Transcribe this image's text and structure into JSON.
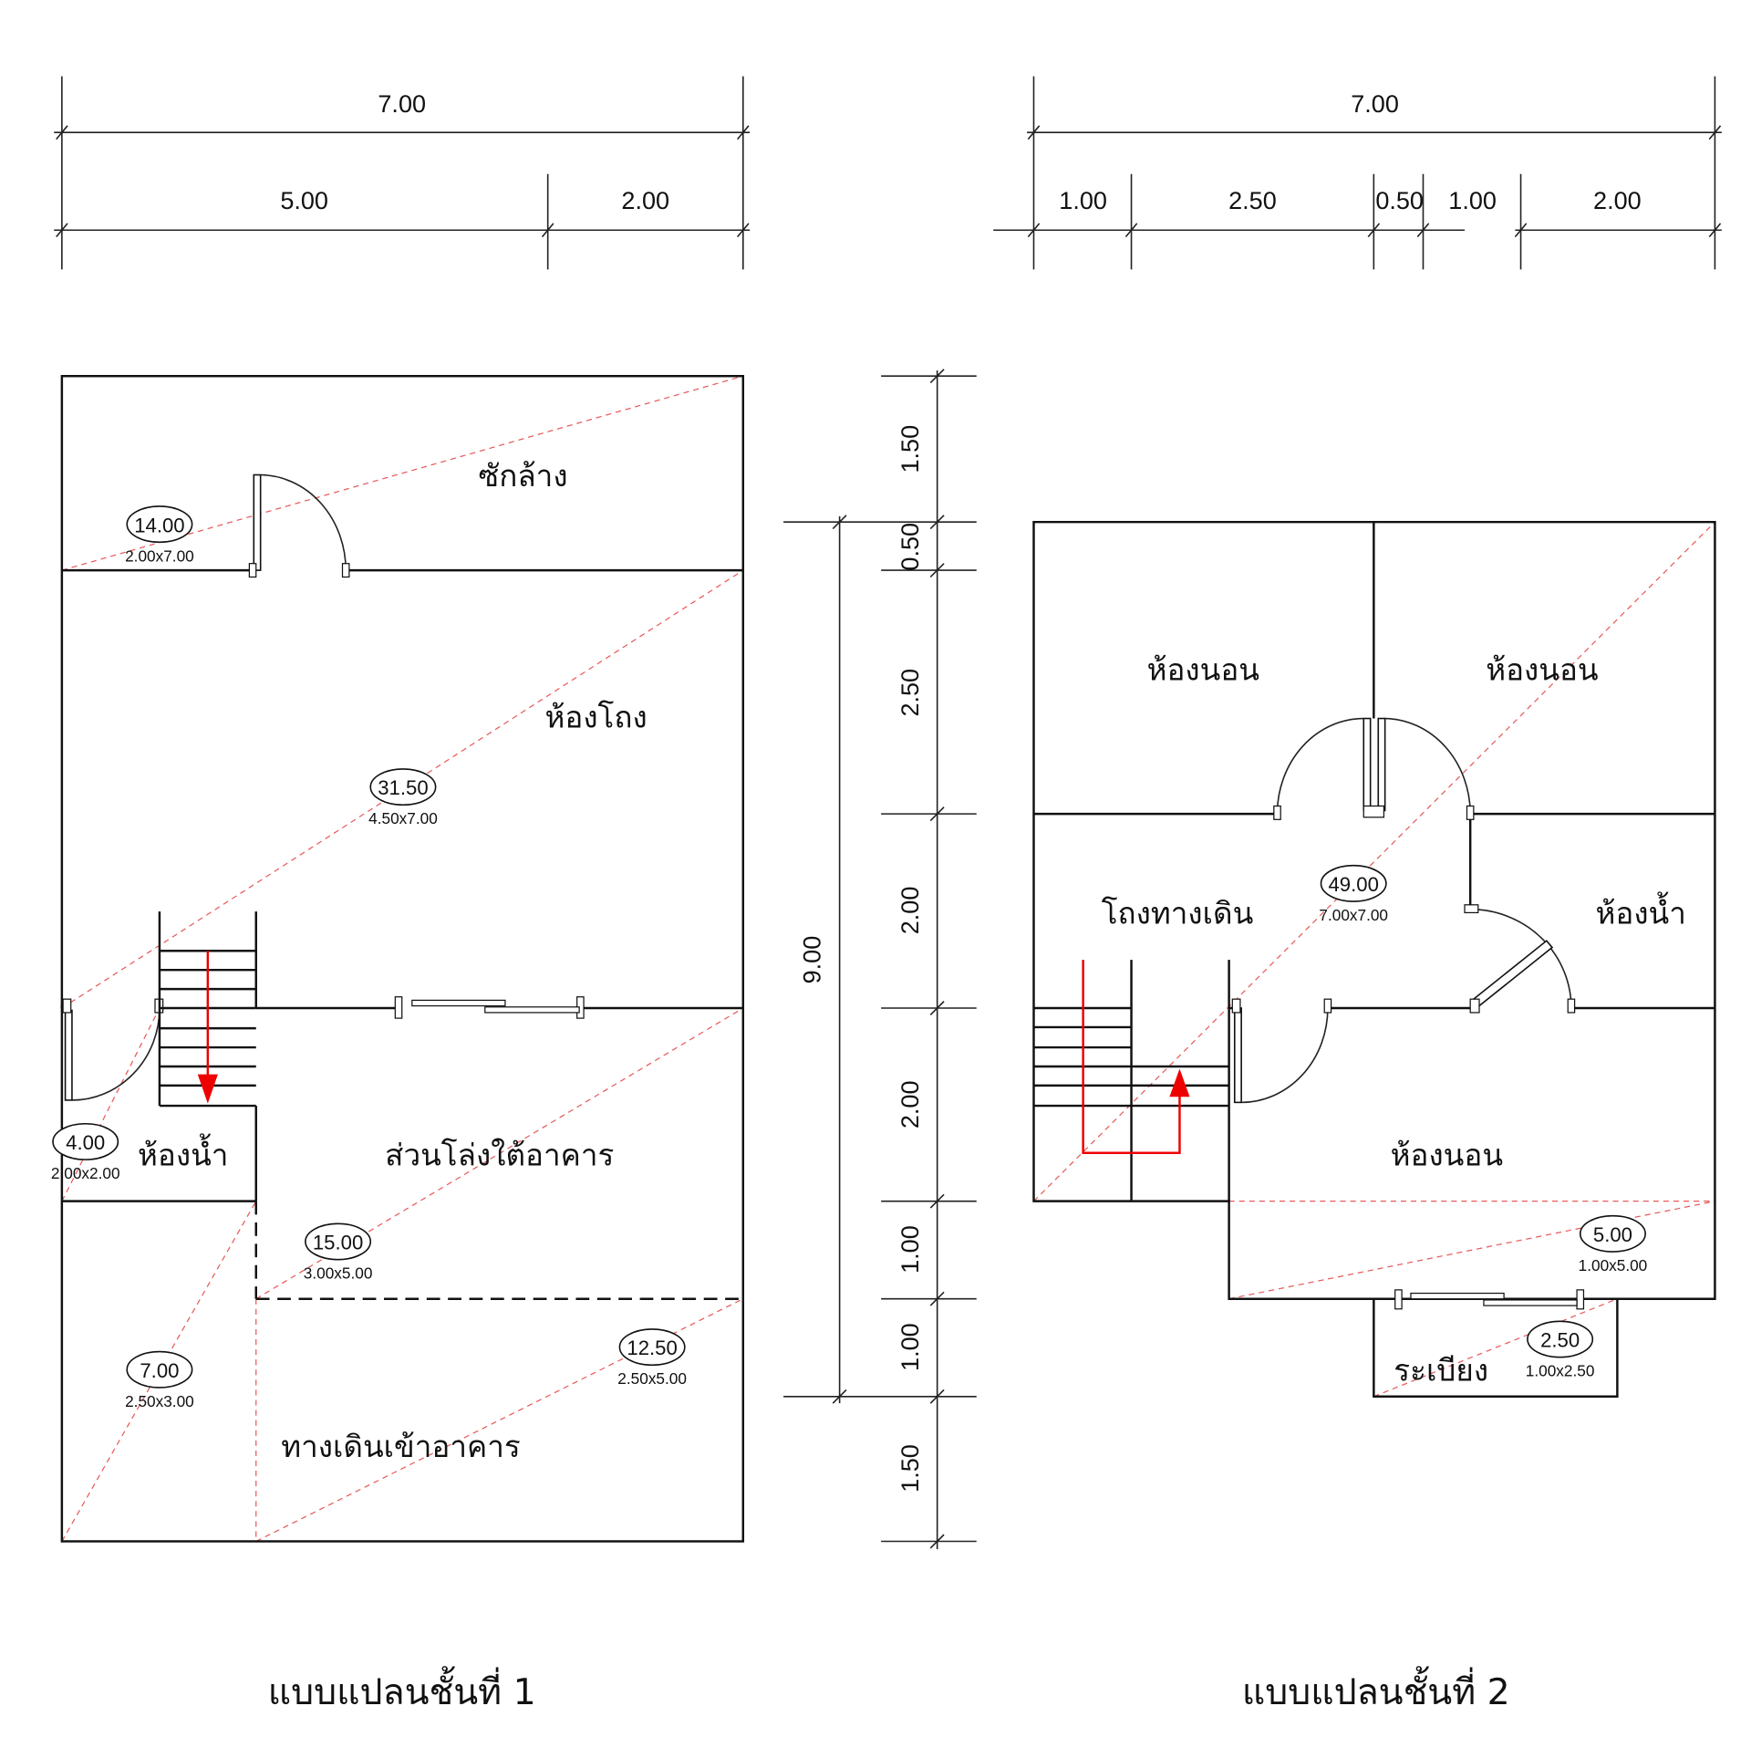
{
  "floor1": {
    "title": "แบบแปลนชั้นที่ 1",
    "dims_top": {
      "total": "7.00",
      "left": "5.00",
      "right": "2.00"
    },
    "rooms": {
      "laundry": "ซักล้าง",
      "hall": "ห้องโถง",
      "bathroom": "ห้องน้ำ",
      "open_space": "ส่วนโล่งใต้อาคาร",
      "entrance": "ทางเดินเข้าอาคาร"
    },
    "areas": [
      {
        "area": "14.00",
        "size": "2.00x7.00"
      },
      {
        "area": "31.50",
        "size": "4.50x7.00"
      },
      {
        "area": "4.00",
        "size": "2.00x2.00"
      },
      {
        "area": "15.00",
        "size": "3.00x5.00"
      },
      {
        "area": "7.00",
        "size": "2.50x3.00"
      },
      {
        "area": "12.50",
        "size": "2.50x5.00"
      }
    ]
  },
  "floor2": {
    "title": "แบบแปลนชั้นที่ 2",
    "dims_top": {
      "total": "7.00",
      "segments": [
        "1.00",
        "2.50",
        "0.50",
        "1.00",
        "2.00"
      ]
    },
    "rooms": {
      "bedroom": "ห้องนอน",
      "corridor": "โถงทางเดิน",
      "bathroom": "ห้องน้ำ",
      "balcony": "ระเบียง"
    },
    "areas": [
      {
        "area": "49.00",
        "size": "7.00x7.00"
      },
      {
        "area": "5.00",
        "size": "1.00x5.00"
      },
      {
        "area": "2.50",
        "size": "1.00x2.50"
      }
    ]
  },
  "vertical_dims": {
    "segments": [
      "1.50",
      "0.50",
      "2.50",
      "2.00",
      "2.00",
      "1.00",
      "1.00",
      "1.50"
    ],
    "total": "9.00"
  },
  "colors": {
    "walls": "#111111",
    "guides": "#e85a5a",
    "stair_arrow": "#ee0000"
  }
}
